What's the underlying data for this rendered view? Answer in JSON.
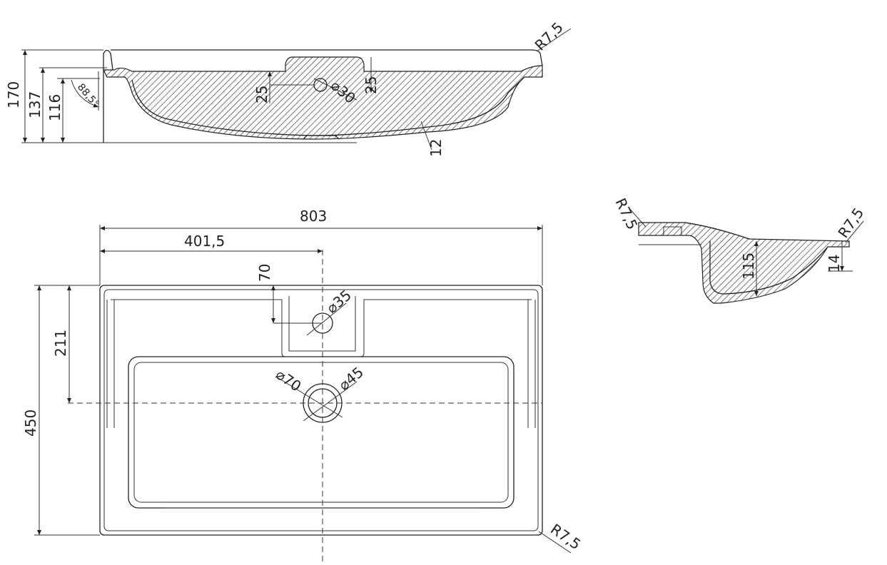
{
  "section_view": {
    "radius_top": "R7,5",
    "height_total": "170",
    "height_rim": "137",
    "height_inner": "116",
    "angle": "88,5°",
    "tap_offset_left": "25",
    "tap_hole_diameter": "⌀30",
    "tap_offset_right": "25",
    "wall_thickness": "12"
  },
  "plan_view": {
    "width_total": "803",
    "width_half": "401,5",
    "tap_offset": "70",
    "tap_hole_diameter": "⌀35",
    "drain_offset": "211",
    "depth_total": "450",
    "drain_outer_diameter": "⌀70",
    "drain_inner_diameter": "⌀45",
    "corner_radius": "R7,5"
  },
  "side_view": {
    "radius_left": "R7,5",
    "radius_right": "R7,5",
    "bowl_depth": "115",
    "rim_thickness": "14"
  }
}
